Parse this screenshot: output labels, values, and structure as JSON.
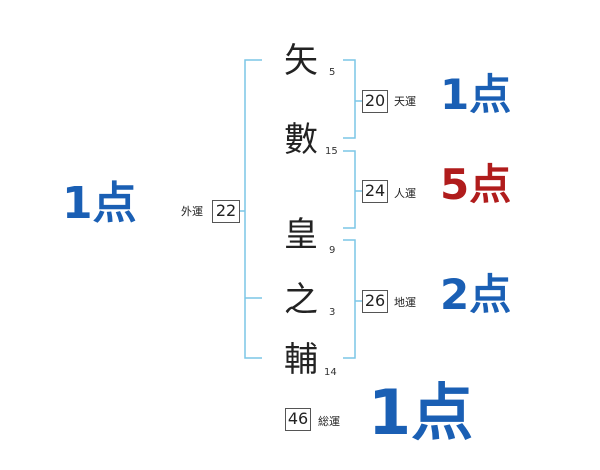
{
  "colors": {
    "bracket": "#7cc6e6",
    "good": "#1a5fb4",
    "bad": "#b01c1c"
  },
  "name": {
    "characters": [
      {
        "char": "矢",
        "strokes": "5"
      },
      {
        "char": "數",
        "strokes": "15"
      },
      {
        "char": "皇",
        "strokes": "9"
      },
      {
        "char": "之",
        "strokes": "3"
      },
      {
        "char": "輔",
        "strokes": "14"
      }
    ]
  },
  "fortunes": {
    "ten": {
      "value": "20",
      "label": "天運",
      "score": "1点"
    },
    "jin": {
      "value": "24",
      "label": "人運",
      "score": "5点"
    },
    "chi": {
      "value": "26",
      "label": "地運",
      "score": "2点"
    },
    "gai": {
      "value": "22",
      "label": "外運",
      "score": "1点"
    },
    "total": {
      "value": "46",
      "label": "総運",
      "score": "1点"
    }
  }
}
